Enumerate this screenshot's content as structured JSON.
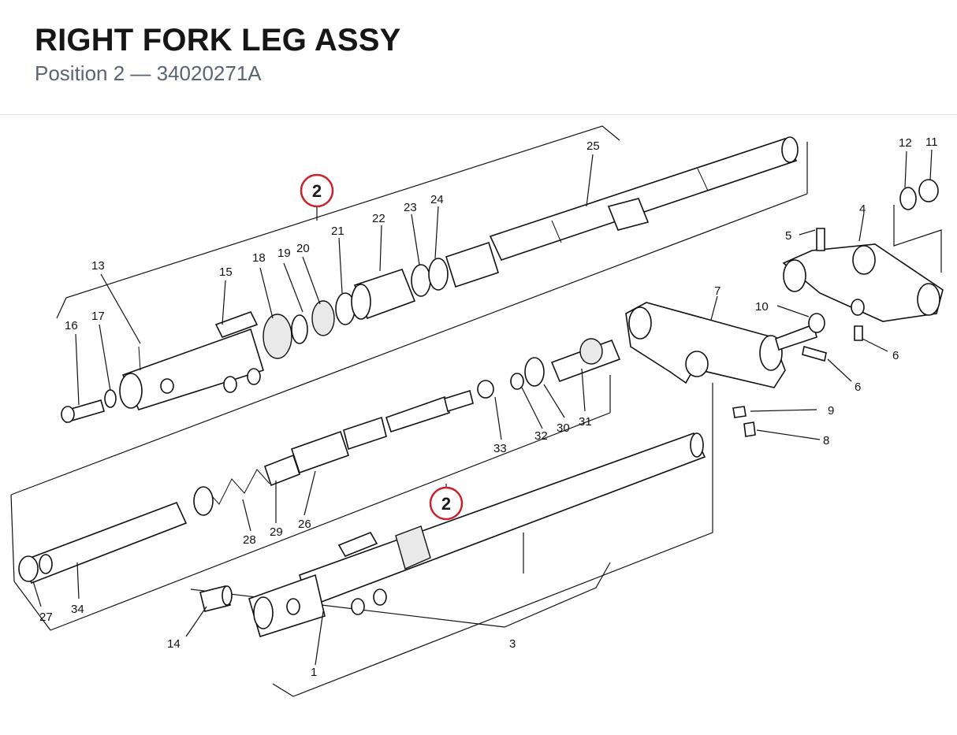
{
  "header": {
    "title": "RIGHT FORK LEG ASSY",
    "subtitle": "Position 2 — 34020271A"
  },
  "callouts": [
    {
      "id": "callout-top",
      "label": "2",
      "color": "#c8232c"
    },
    {
      "id": "callout-bottom",
      "label": "2",
      "color": "#c8232c"
    }
  ],
  "part_numbers": [
    "1",
    "3",
    "4",
    "5",
    "6",
    "6b",
    "7",
    "8",
    "9",
    "10",
    "11",
    "12",
    "13",
    "14",
    "15",
    "16",
    "17",
    "18",
    "19",
    "20",
    "21",
    "22",
    "23",
    "24",
    "25",
    "26",
    "27",
    "28",
    "29",
    "30",
    "31",
    "32",
    "33",
    "34"
  ],
  "labels": {
    "1": "1",
    "3": "3",
    "4": "4",
    "5": "5",
    "6": "6",
    "6b": "6",
    "7": "7",
    "8": "8",
    "9": "9",
    "10": "10",
    "11": "11",
    "12": "12",
    "13": "13",
    "14": "14",
    "15": "15",
    "16": "16",
    "17": "17",
    "18": "18",
    "19": "19",
    "20": "20",
    "21": "21",
    "22": "22",
    "23": "23",
    "24": "24",
    "25": "25",
    "26": "26",
    "27": "27",
    "28": "28",
    "29": "29",
    "30": "30",
    "31": "31",
    "32": "32",
    "33": "33",
    "34": "34"
  }
}
